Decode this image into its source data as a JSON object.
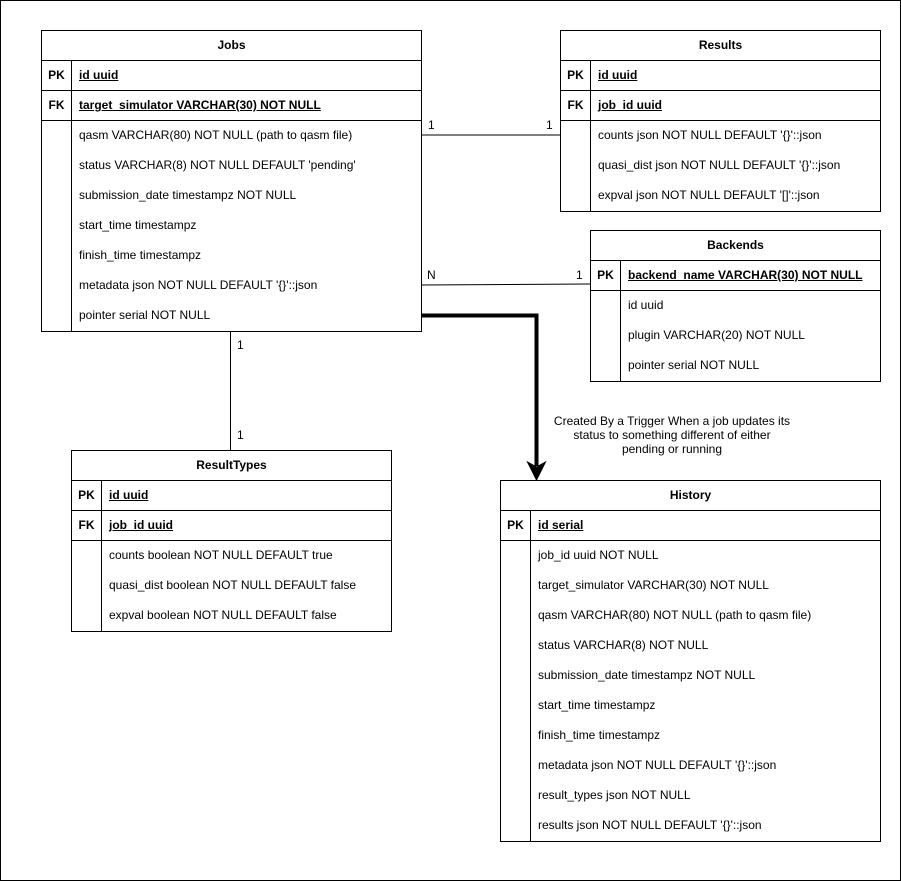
{
  "entities": {
    "jobs": {
      "title": "Jobs",
      "keys": [
        {
          "tag": "PK",
          "text": "id uuid"
        },
        {
          "tag": "FK",
          "text": "target_simulator VARCHAR(30) NOT NULL"
        }
      ],
      "fields": [
        "qasm VARCHAR(80)  NOT NULL (path to qasm file)",
        "status VARCHAR(8) NOT NULL DEFAULT 'pending'",
        "submission_date timestampz NOT NULL",
        "start_time timestampz",
        "finish_time timestampz",
        "metadata json NOT NULL DEFAULT '{}'::json",
        "pointer serial NOT NULL"
      ]
    },
    "results": {
      "title": "Results",
      "keys": [
        {
          "tag": "PK",
          "text": "id uuid"
        },
        {
          "tag": "FK",
          "text": "job_id uuid"
        }
      ],
      "fields": [
        "counts json NOT NULL DEFAULT '{}'::json",
        "quasi_dist json NOT NULL DEFAULT '{}'::json",
        "expval json NOT NULL DEFAULT '[]'::json"
      ]
    },
    "backends": {
      "title": "Backends",
      "keys": [
        {
          "tag": "PK",
          "text": "backend_name VARCHAR(30) NOT NULL"
        }
      ],
      "fields": [
        "id uuid",
        "plugin VARCHAR(20) NOT NULL",
        "pointer serial NOT NULL"
      ]
    },
    "result_types": {
      "title": "ResultTypes",
      "keys": [
        {
          "tag": "PK",
          "text": "id uuid"
        },
        {
          "tag": "FK",
          "text": "job_id uuid"
        }
      ],
      "fields": [
        "counts boolean NOT NULL DEFAULT true",
        "quasi_dist boolean NOT NULL DEFAULT false",
        "expval boolean NOT NULL DEFAULT false"
      ]
    },
    "history": {
      "title": "History",
      "keys": [
        {
          "tag": "PK",
          "text": "id serial"
        }
      ],
      "fields": [
        "job_id uuid NOT NULL",
        "target_simulator VARCHAR(30) NOT NULL",
        "qasm VARCHAR(80)  NOT NULL (path to qasm file)",
        "status VARCHAR(8) NOT NULL",
        "submission_date timestampz NOT NULL",
        "start_time timestampz",
        "finish_time timestampz",
        "metadata json NOT NULL DEFAULT '{}'::json",
        "result_types json NOT NULL",
        "results json NOT NULL DEFAULT '{}'::json"
      ]
    }
  },
  "relations": {
    "jobs_results": {
      "from_card": "1",
      "to_card": "1"
    },
    "jobs_backends": {
      "from_card": "N",
      "to_card": "1"
    },
    "jobs_result_types": {
      "from_card": "1",
      "to_card": "1"
    }
  },
  "note": {
    "line1": "Created By a Trigger When a job updates its",
    "line2": "status to something different of either",
    "line3": "pending or running"
  }
}
